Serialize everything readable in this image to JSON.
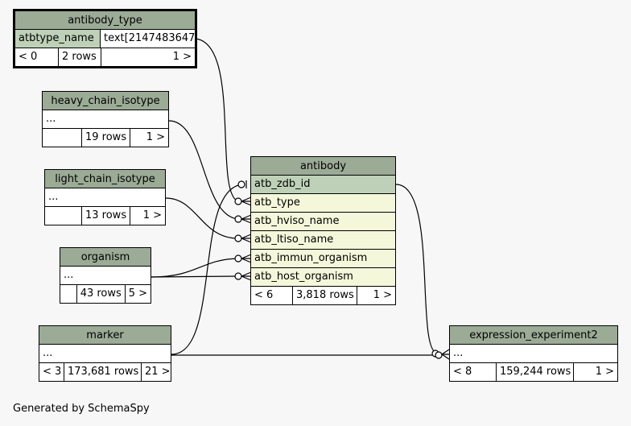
{
  "tables": {
    "antibody_type": {
      "title": "antibody_type",
      "column_name": "atbtype_name",
      "column_type": "text[2147483647]",
      "parents": "< 0",
      "rows": "2 rows",
      "children": "1 >"
    },
    "heavy_chain_isotype": {
      "title": "heavy_chain_isotype",
      "ellipsis": "...",
      "parents": "",
      "rows": "19 rows",
      "children": "1 >"
    },
    "light_chain_isotype": {
      "title": "light_chain_isotype",
      "ellipsis": "...",
      "parents": "",
      "rows": "13 rows",
      "children": "1 >"
    },
    "organism": {
      "title": "organism",
      "ellipsis": "...",
      "parents": "",
      "rows": "43 rows",
      "children": "5 >"
    },
    "marker": {
      "title": "marker",
      "ellipsis": "...",
      "parents": "< 3",
      "rows": "173,681 rows",
      "children": "21 >"
    },
    "antibody": {
      "title": "antibody",
      "columns": [
        "atb_zdb_id",
        "atb_type",
        "atb_hviso_name",
        "atb_ltiso_name",
        "atb_immun_organism",
        "atb_host_organism"
      ],
      "parents": "< 6",
      "rows": "3,818 rows",
      "children": "1 >"
    },
    "expression_experiment2": {
      "title": "expression_experiment2",
      "ellipsis": "...",
      "parents": "< 8",
      "rows": "159,244 rows",
      "children": "1 >"
    }
  },
  "colors": {
    "header": "#9bab96",
    "primary_key": "#bed1b8",
    "column": "#f4f7da",
    "background": "#f7f7f7"
  },
  "footer_note": "Generated by SchemaSpy"
}
